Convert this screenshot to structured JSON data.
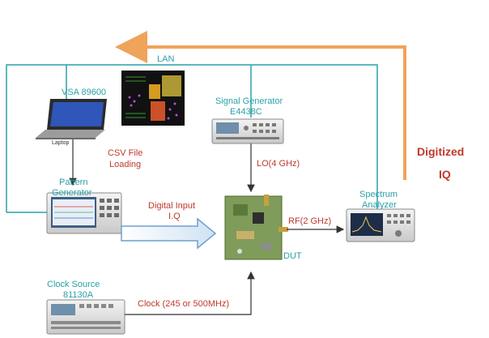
{
  "labels": {
    "lan": "LAN",
    "vsa": "VSA 89600",
    "laptop": "Laptop",
    "csv": [
      "CSV File",
      "Loading"
    ],
    "pattern_gen": [
      "Pattern",
      "Generator"
    ],
    "digital_input": [
      "Digital Input",
      "I.Q"
    ],
    "signal_gen": [
      "Signal Generator",
      "E4438C"
    ],
    "lo": "LO(4 GHz)",
    "rf": "RF(2 GHz)",
    "dut": "DUT",
    "spectrum": [
      "Spectrum",
      "Analyzer"
    ],
    "digitized": [
      "Digitized",
      "IQ"
    ],
    "clock_source": [
      "Clock Source",
      "81130A"
    ],
    "clock": "Clock (245 or 500MHz)"
  },
  "colors": {
    "lan_line": "#2aa1a9",
    "feedback_arrow": "#f0a35a",
    "text_teal": "#2aa1a9",
    "text_red": "#c0392b",
    "signal_arrow": "#333333"
  },
  "icons": {
    "laptop": "laptop-icon",
    "pattern_generator": "pattern-generator-device",
    "signal_generator": "signal-generator-device",
    "spectrum_analyzer": "spectrum-analyzer-device",
    "clock_source": "clock-source-device",
    "dut_board": "dut-board",
    "constellation": "constellation-display"
  }
}
